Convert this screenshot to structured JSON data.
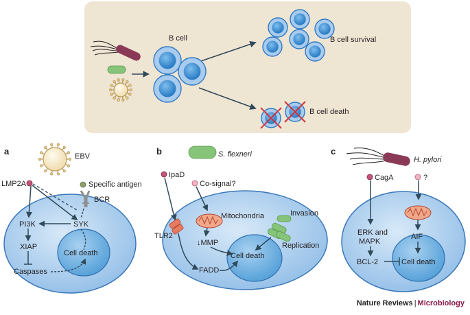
{
  "top_panel": {
    "b_cell": "B cell",
    "survival": "B cell survival",
    "death": "B cell death"
  },
  "panel_a": {
    "letter": "a",
    "ebv": "EBV",
    "lmp2a": "LMP2A",
    "specific_antigen": "Specific antigen",
    "bcr": "BCR",
    "pi3k": "PI3K",
    "syk": "SYK",
    "xiap": "XIAP",
    "caspases": "Caspases",
    "cell_death": "Cell death"
  },
  "panel_b": {
    "letter": "b",
    "species": "S. flexneri",
    "ipad": "IpaD",
    "cosignal": "Co-signal?",
    "tlr2": "TLR2",
    "mitochondria": "Mitochondria",
    "invasion": "Invasion",
    "mmp": "↓MMP",
    "replication": "Replication",
    "fadd": "FADD",
    "cell_death": "Cell death"
  },
  "panel_c": {
    "letter": "c",
    "species": "H. pylori",
    "caga": "CagA",
    "unknown": "?",
    "erk": "ERK and",
    "mapk": "MAPK",
    "aif": "AIF",
    "bcl2": "BCL-2",
    "cell_death": "Cell death"
  },
  "credit": {
    "journal": "Nature Reviews",
    "separator": "|",
    "section": "Microbiology"
  },
  "colors": {
    "top_background": "#efe5d3",
    "cell_blue": "#a9cbee",
    "cell_dark": "#3b8fd0",
    "arrow": "#2f4a5a",
    "red_cross": "#d0323a",
    "bacterium_maroon": "#8a3a57",
    "shigella_green": "#86c579",
    "dot_pink": "#c5547a",
    "credit_maroon": "#8a1b4a"
  }
}
